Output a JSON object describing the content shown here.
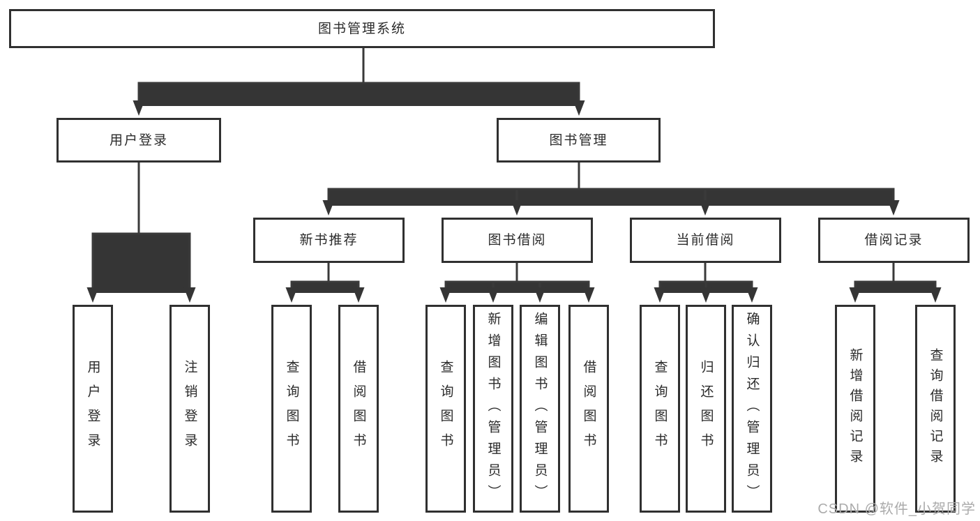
{
  "colors": {
    "background": "#ffffff",
    "line": "#3a3a3a",
    "box_border": "#303030",
    "text": "#2b2b2b",
    "watermark": "#ababab"
  },
  "diagram": {
    "root": "图书管理系统",
    "branches": [
      {
        "label": "用户登录",
        "leaves": [
          "用户登录",
          "注销登录"
        ]
      },
      {
        "label": "图书管理",
        "groups": [
          {
            "label": "新书推荐",
            "leaves": [
              "查询图书",
              "借阅图书"
            ]
          },
          {
            "label": "图书借阅",
            "leaves": [
              "查询图书",
              "新增图书（管理员）",
              "编辑图书（管理员）",
              "借阅图书"
            ]
          },
          {
            "label": "当前借阅",
            "leaves": [
              "查询图书",
              "归还图书",
              "确认归还（管理员）"
            ]
          },
          {
            "label": "借阅记录",
            "leaves": [
              "新增借阅记录",
              "查询借阅记录"
            ]
          }
        ]
      }
    ]
  },
  "watermark": "CSDN @软件_小贺同学"
}
